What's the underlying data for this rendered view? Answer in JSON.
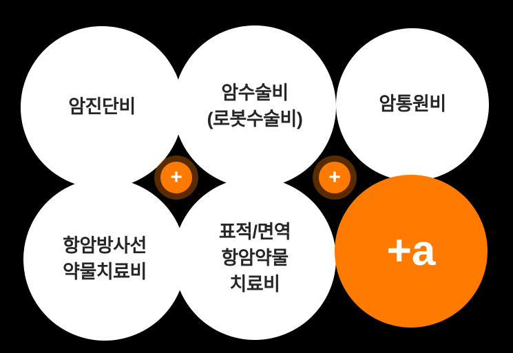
{
  "diagram": {
    "description": "Cancer insurance coverage diagram with six circles joined by plus signs",
    "colors": {
      "background": "#000000",
      "circle_fill": "#ffffff",
      "accent_orange": "#ff7a00",
      "text_dark": "#262626",
      "text_light": "#ffffff"
    },
    "circles": [
      {
        "id": "cancer-diagnosis",
        "variant": "white",
        "lines": [
          "암진단비"
        ]
      },
      {
        "id": "cancer-surgery",
        "variant": "white",
        "lines": [
          "암수술비",
          "(로봇수술비)"
        ]
      },
      {
        "id": "cancer-outpatient",
        "variant": "white",
        "lines": [
          "암통원비"
        ]
      },
      {
        "id": "chemo-radiation",
        "variant": "white",
        "lines": [
          "항암방사선",
          "약물치료비"
        ]
      },
      {
        "id": "targeted-immune",
        "variant": "white",
        "lines": [
          "표적/면역",
          "항암약물",
          "치료비"
        ]
      },
      {
        "id": "plus-alpha",
        "variant": "orange",
        "lines": [
          "+a"
        ]
      }
    ],
    "plus_badges": [
      {
        "label": "+"
      },
      {
        "label": "+"
      }
    ]
  }
}
